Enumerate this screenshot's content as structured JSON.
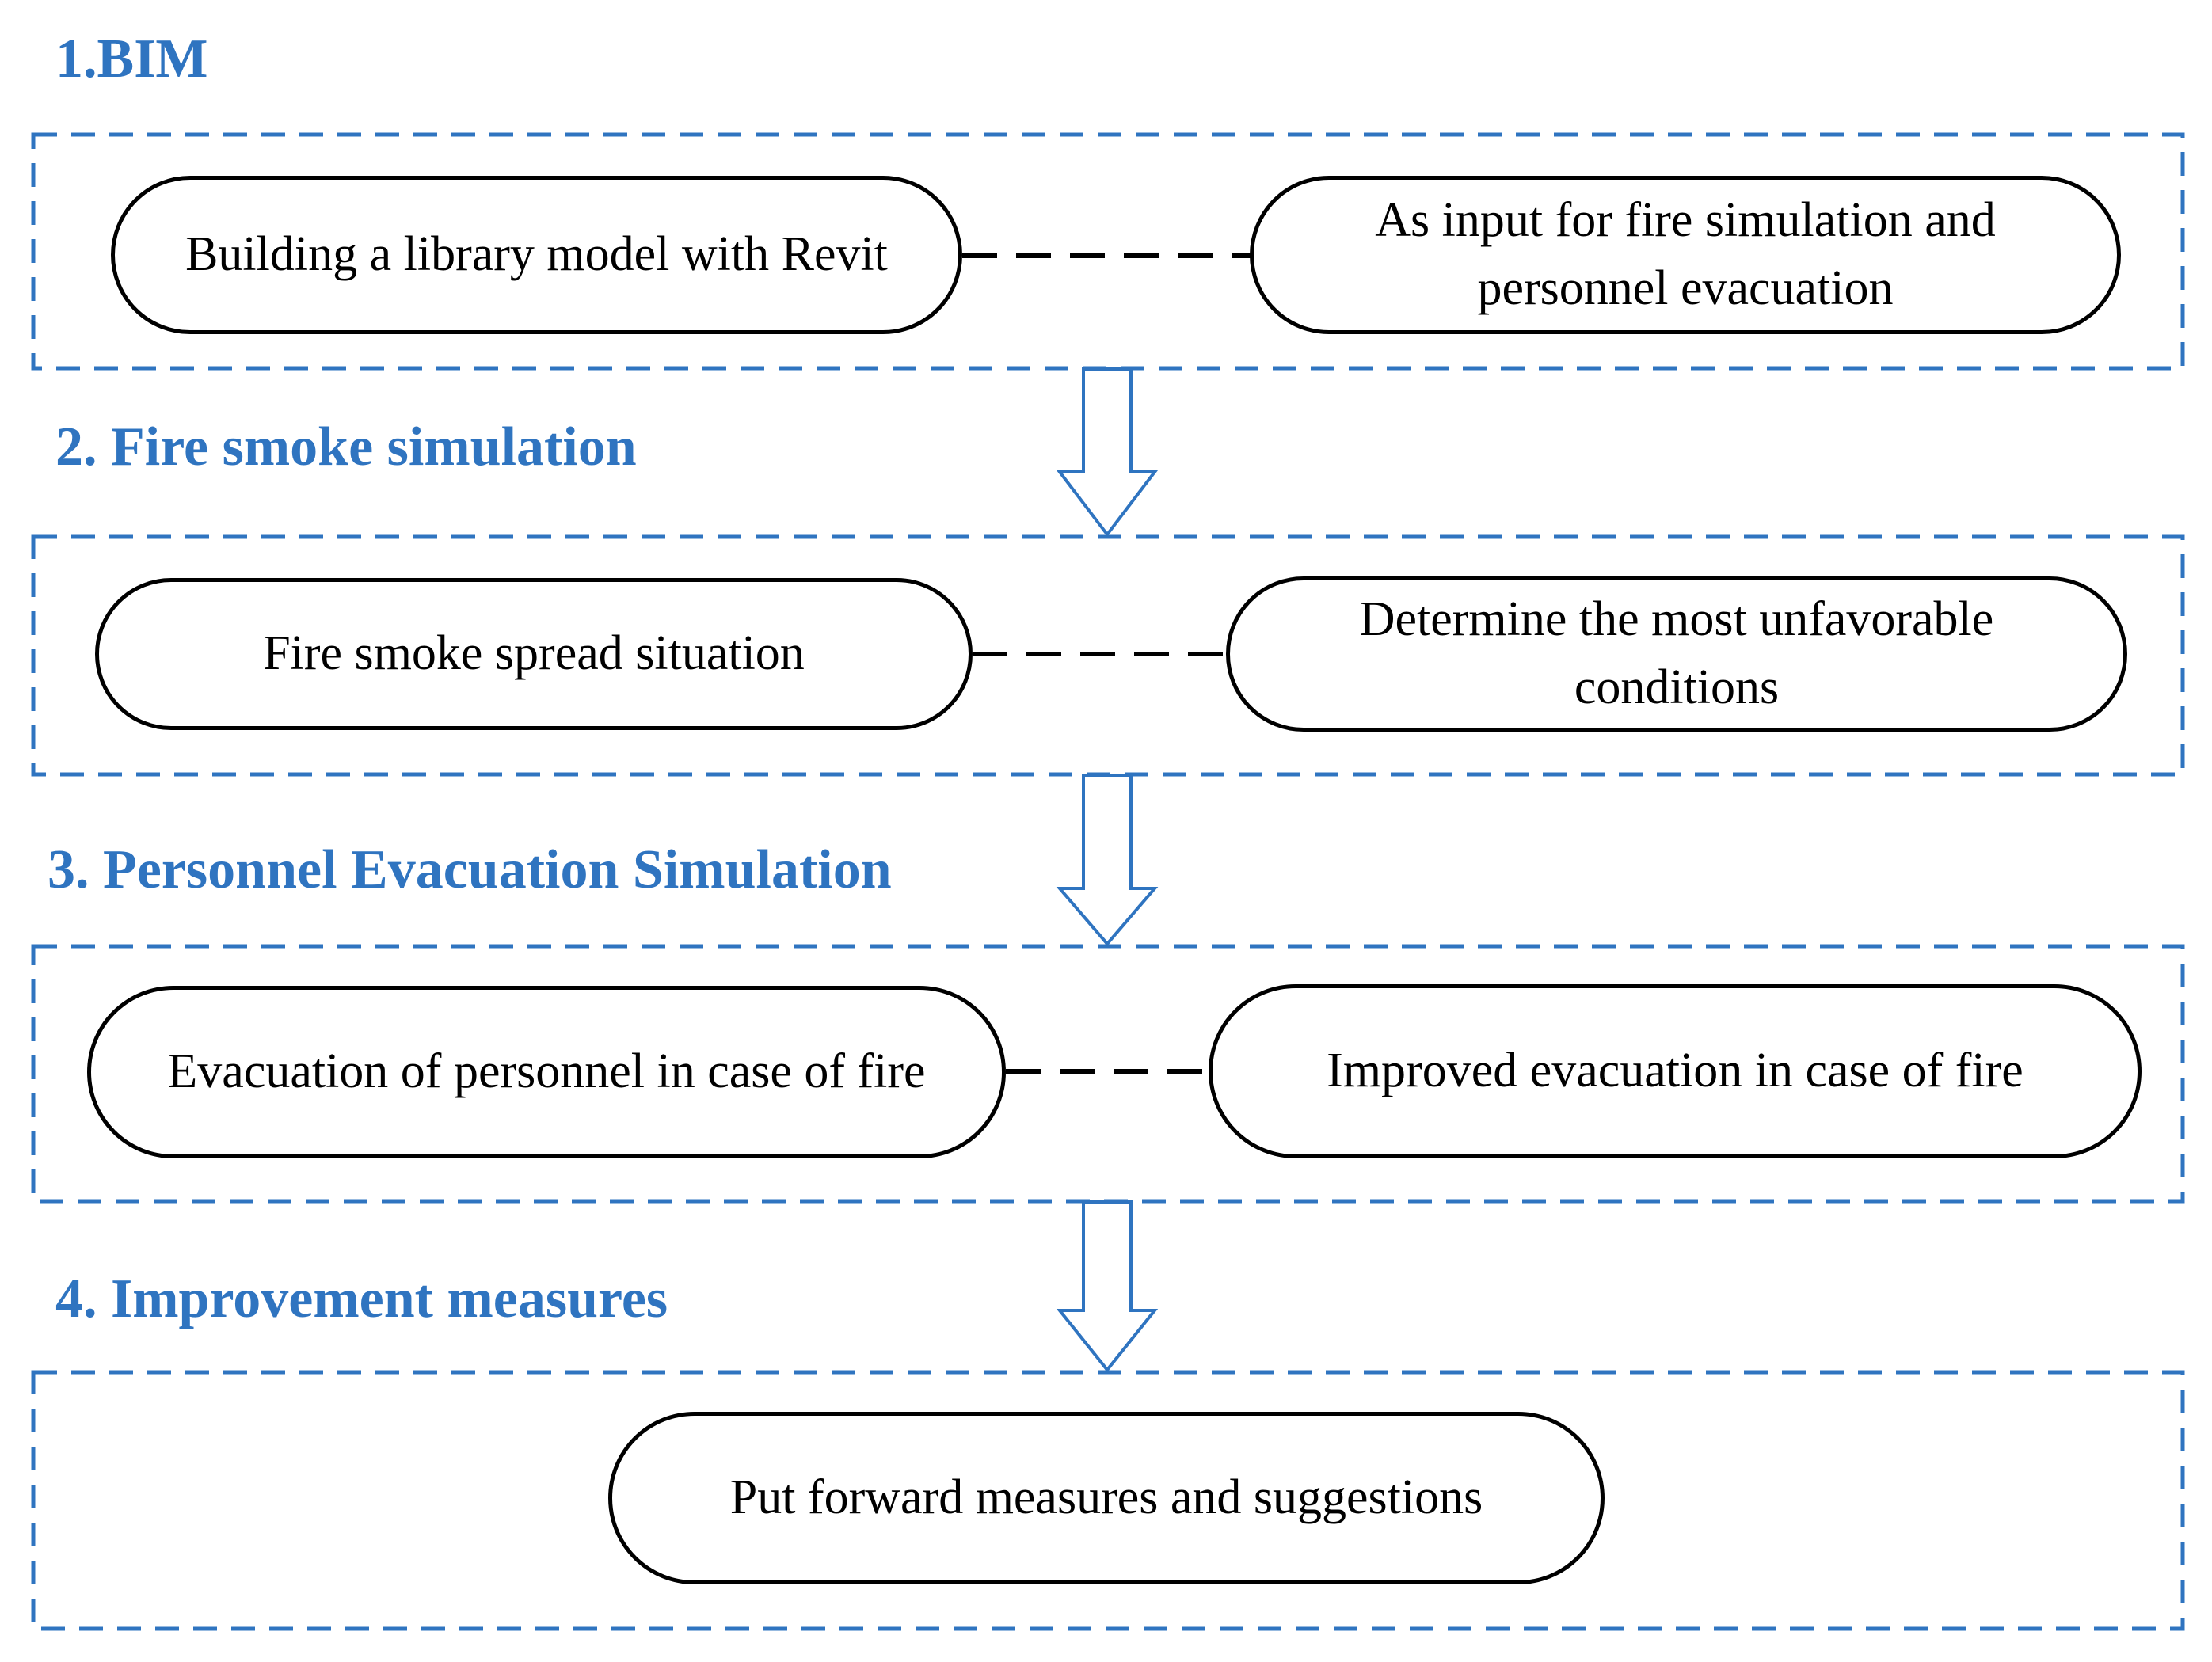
{
  "colors": {
    "accent": "#2f74c0",
    "stroke": "#000000",
    "arrow_fill": "#ffffff",
    "background": "#ffffff"
  },
  "stages": [
    {
      "title": "1.BIM",
      "nodes": [
        {
          "text": "Building a library model with Revit"
        },
        {
          "text": "As input for fire simulation and personnel evacuation"
        }
      ]
    },
    {
      "title": "2. Fire smoke simulation",
      "nodes": [
        {
          "text": "Fire smoke spread situation"
        },
        {
          "text": "Determine the most unfavorable conditions"
        }
      ]
    },
    {
      "title": "3. Personnel Evacuation Simulation",
      "nodes": [
        {
          "text": "Evacuation of personnel in case of fire"
        },
        {
          "text": "Improved evacuation in case of fire"
        }
      ]
    },
    {
      "title": "4. Improvement measures",
      "nodes": [
        {
          "text": "Put forward measures and suggestions"
        }
      ]
    }
  ]
}
